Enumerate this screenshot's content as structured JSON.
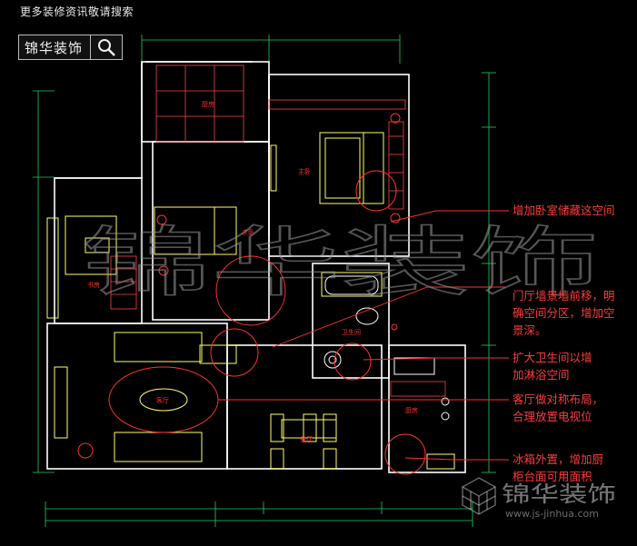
{
  "header": {
    "caption": "更多装修资讯敬请搜索",
    "search_brand": "锦华装饰",
    "search_icon": "magnifier-icon"
  },
  "watermark": {
    "center_text": "锦华装饰",
    "logo_text": "锦华装饰",
    "logo_url": "www.js-jinhua.com"
  },
  "rooms": {
    "kitchen_top": "厨房",
    "master_bedroom": "主卧",
    "second_bedroom": "次卧",
    "study": "书房",
    "bathroom": "卫生间",
    "living_room": "客厅",
    "dining_room": "餐厅",
    "kitchen_right": "厨房"
  },
  "annotations": [
    {
      "lines": [
        "增加卧室储藏这空间"
      ]
    },
    {
      "lines": [
        "门厅墙景墙前移，明",
        "确空间分区，增加空",
        "景深。"
      ]
    },
    {
      "lines": [
        "扩大卫生间以增",
        "加淋浴空间"
      ]
    },
    {
      "lines": [
        "客厅做对称布局，",
        "合理放置电视位"
      ]
    },
    {
      "lines": [
        "冰箱外置，增加厨",
        "柜台面可用面积"
      ]
    }
  ],
  "colors": {
    "wall": "#ffffff",
    "furniture": "#ffff66",
    "annotation": "#ff3030",
    "dimension": "#22cc66",
    "cabinet": "#ff4040"
  }
}
